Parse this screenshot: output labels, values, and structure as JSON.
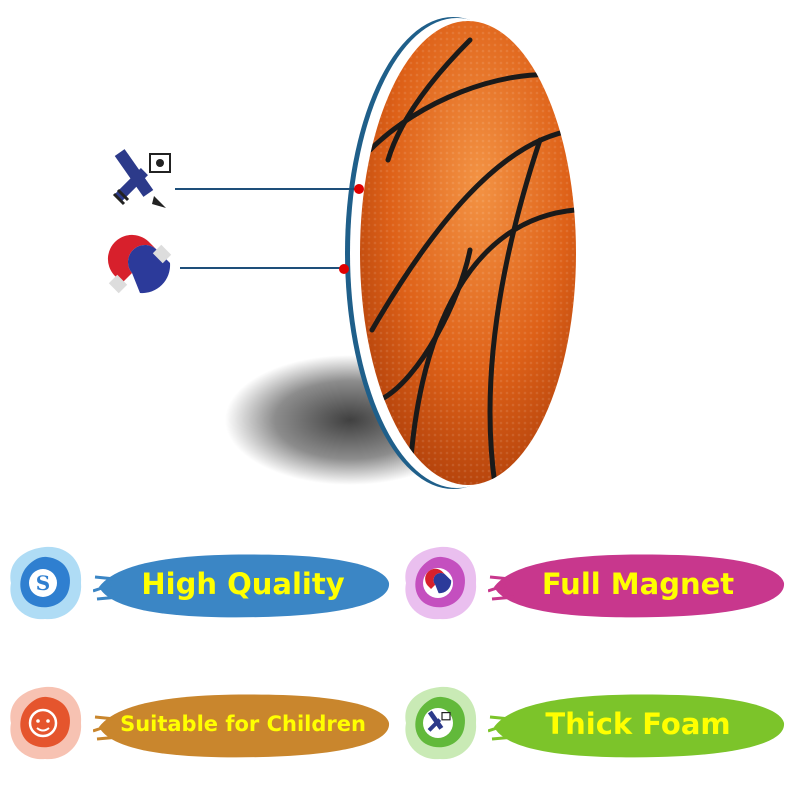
{
  "hero": {
    "product": "basketball-magnet",
    "callouts": [
      {
        "icon": "ruler-pencil-icon",
        "meaning": "size"
      },
      {
        "icon": "magnet-icon",
        "meaning": "magnet"
      }
    ]
  },
  "features": [
    {
      "label": "High Quality",
      "color": "#3b86c5",
      "badge_icon": "s-logo-icon",
      "badge_color": "#2f7fd0"
    },
    {
      "label": "Full Magnet",
      "color": "#c8378d",
      "badge_icon": "magnet-icon",
      "badge_color": "#c44fbf"
    },
    {
      "label": "Suitable for Children",
      "color": "#c9862d",
      "badge_icon": "child-face-icon",
      "badge_color": "#e5552d"
    },
    {
      "label": "Thick Foam",
      "color": "#7cc42a",
      "badge_icon": "ruler-pencil-icon",
      "badge_color": "#62b93b"
    }
  ],
  "colors": {
    "ball_orange": "#e0621a",
    "ball_edge": "#1f5f8a",
    "callout_line": "#1e4f7a",
    "label_text": "#ffff00"
  }
}
